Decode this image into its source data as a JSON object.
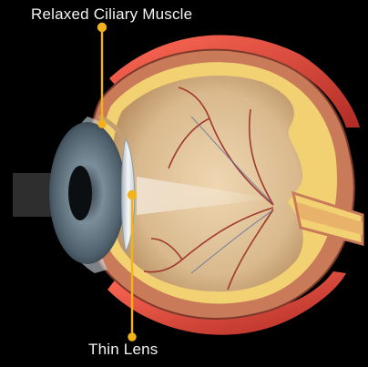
{
  "labels": {
    "top": "Relaxed Ciliary Muscle",
    "bottom": "Thin Lens"
  },
  "colors": {
    "background": "#000000",
    "callout_line": "#f2b21b",
    "sclera_outer": "#d9443a",
    "fat_layer": "#f2d173",
    "retina_inner": "#d8b98d",
    "iris": "#5a6f7c",
    "lens": "#e6ebef"
  },
  "icons": {
    "diagram": "eye-cross-section-illustration"
  }
}
